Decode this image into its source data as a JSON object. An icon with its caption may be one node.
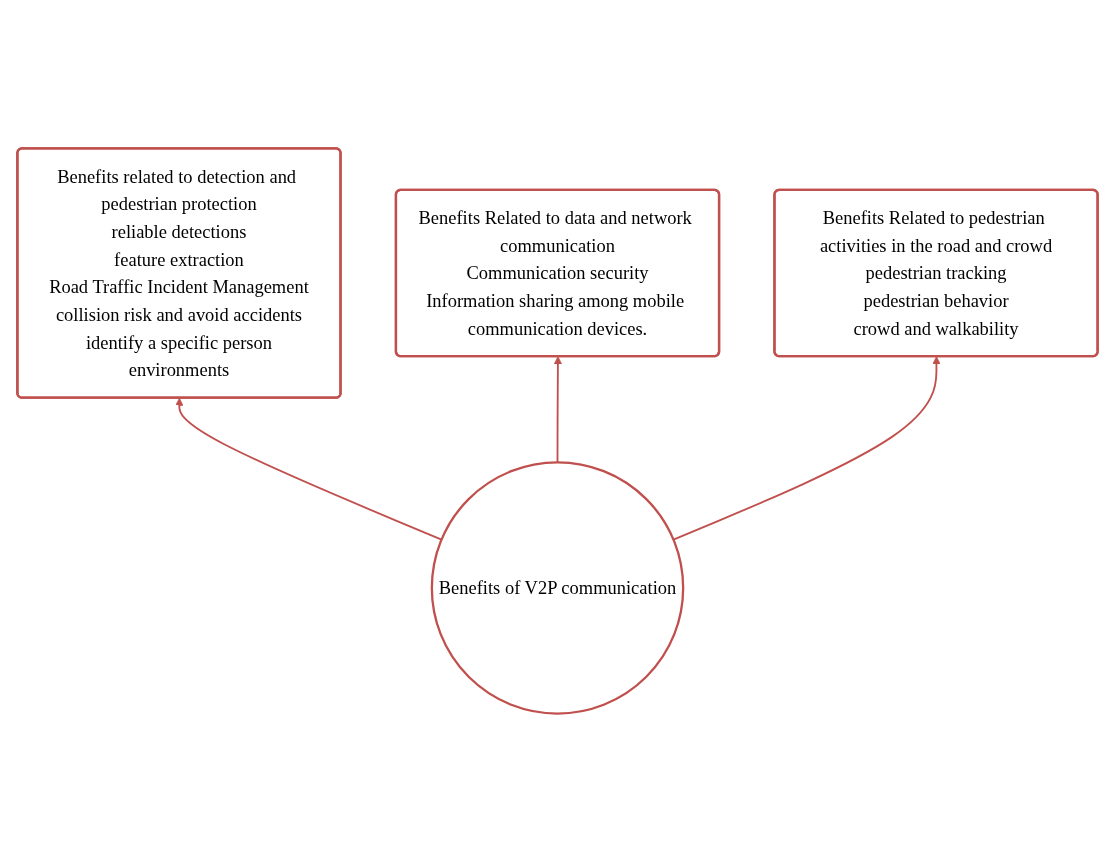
{
  "diagram": {
    "nodes": [
      {
        "text": [
          "Benefits related to detection and pedestrian protection",
          "reliable detections",
          "feature extraction",
          "Road Traffic Incident Management",
          "collision risk and avoid accidents",
          "identify a specific person",
          "environments"
        ]
      },
      {
        "text": [
          "Benefits Related to data and network communication",
          "Communication security",
          "Information sharing among mobile communication devices."
        ]
      },
      {
        "text": [
          "Benefits of V2P communication"
        ]
      },
      {
        "text": [
          "Benefits Related to pedestrian activities in the road and crowd",
          "pedestrian tracking",
          "pedestrian behavior",
          "crowd and walkability"
        ]
      }
    ],
    "edges": [
      {
        "from": 2,
        "to": 0,
        "arrow": "to"
      },
      {
        "from": 2,
        "to": 1,
        "arrow": "to"
      },
      {
        "from": 2,
        "to": 3,
        "arrow": "to"
      }
    ]
  }
}
